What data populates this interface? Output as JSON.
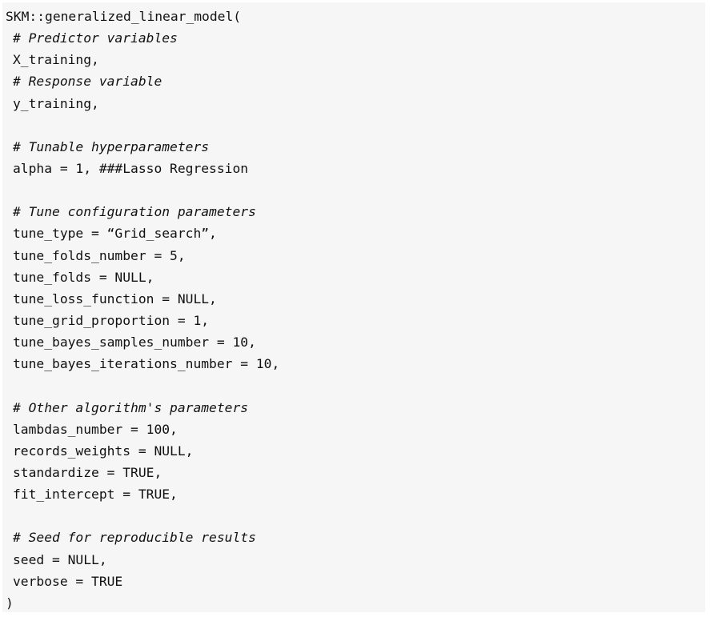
{
  "code": {
    "lines": [
      {
        "text": "SKM::generalized_linear_model(",
        "kind": "code",
        "indent": false
      },
      {
        "text": "# Predictor variables",
        "kind": "comment",
        "indent": true
      },
      {
        "text": "X_training,",
        "kind": "code",
        "indent": true
      },
      {
        "text": "# Response variable",
        "kind": "comment",
        "indent": true
      },
      {
        "text": "y_training,",
        "kind": "code",
        "indent": true
      },
      {
        "text": "",
        "kind": "blank",
        "indent": true
      },
      {
        "text": "# Tunable hyperparameters",
        "kind": "comment",
        "indent": true
      },
      {
        "text": "alpha = 1, ###Lasso Regression",
        "kind": "code",
        "indent": true
      },
      {
        "text": "",
        "kind": "blank",
        "indent": true
      },
      {
        "text": "# Tune configuration parameters",
        "kind": "comment",
        "indent": true
      },
      {
        "text": "tune_type = “Grid_search”,",
        "kind": "code",
        "indent": true
      },
      {
        "text": "tune_folds_number = 5,",
        "kind": "code",
        "indent": true
      },
      {
        "text": "tune_folds = NULL,",
        "kind": "code",
        "indent": true
      },
      {
        "text": "tune_loss_function = NULL,",
        "kind": "code",
        "indent": true
      },
      {
        "text": "tune_grid_proportion = 1,",
        "kind": "code",
        "indent": true
      },
      {
        "text": "tune_bayes_samples_number = 10,",
        "kind": "code",
        "indent": true
      },
      {
        "text": "tune_bayes_iterations_number = 10,",
        "kind": "code",
        "indent": true
      },
      {
        "text": "",
        "kind": "blank",
        "indent": true
      },
      {
        "text": "# Other algorithm's parameters",
        "kind": "comment",
        "indent": true
      },
      {
        "text": "lambdas_number = 100,",
        "kind": "code",
        "indent": true
      },
      {
        "text": "records_weights = NULL,",
        "kind": "code",
        "indent": true
      },
      {
        "text": "standardize = TRUE,",
        "kind": "code",
        "indent": true
      },
      {
        "text": "fit_intercept = TRUE,",
        "kind": "code",
        "indent": true
      },
      {
        "text": "",
        "kind": "blank",
        "indent": true
      },
      {
        "text": "# Seed for reproducible results",
        "kind": "comment",
        "indent": true
      },
      {
        "text": "seed = NULL,",
        "kind": "code",
        "indent": true
      },
      {
        "text": "verbose = TRUE",
        "kind": "code",
        "indent": true
      },
      {
        "text": ")",
        "kind": "code",
        "indent": false
      }
    ]
  }
}
